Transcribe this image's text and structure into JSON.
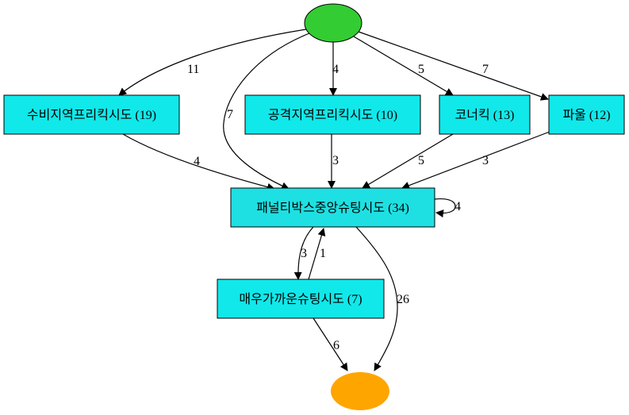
{
  "colors": {
    "start": "#33cc33",
    "end": "#ffa500",
    "node": "#11e8ea",
    "node_central": "#1ee0e2",
    "edge": "#000000"
  },
  "nodes": {
    "start": {
      "label": ""
    },
    "end": {
      "label": ""
    },
    "defense": {
      "label": "수비지역프리킥시도 (19)"
    },
    "attack": {
      "label": "공격지역프리킥시도 (10)"
    },
    "corner": {
      "label": "코너킥 (13)"
    },
    "foul": {
      "label": "파울 (12)"
    },
    "penalty": {
      "label": "패널티박스중앙슈팅시도 (34)"
    },
    "veryclose": {
      "label": "매우가까운슈팅시도 (7)"
    }
  },
  "edges": {
    "start_defense": "11",
    "start_penalty": "7",
    "start_attack": "4",
    "start_corner": "5",
    "start_foul": "7",
    "defense_penalty": "4",
    "attack_penalty": "3",
    "corner_penalty": "5",
    "foul_penalty": "3",
    "penalty_self": "4",
    "penalty_veryclose": "3",
    "veryclose_penalty": "1",
    "penalty_end": "26",
    "veryclose_end": "6"
  }
}
